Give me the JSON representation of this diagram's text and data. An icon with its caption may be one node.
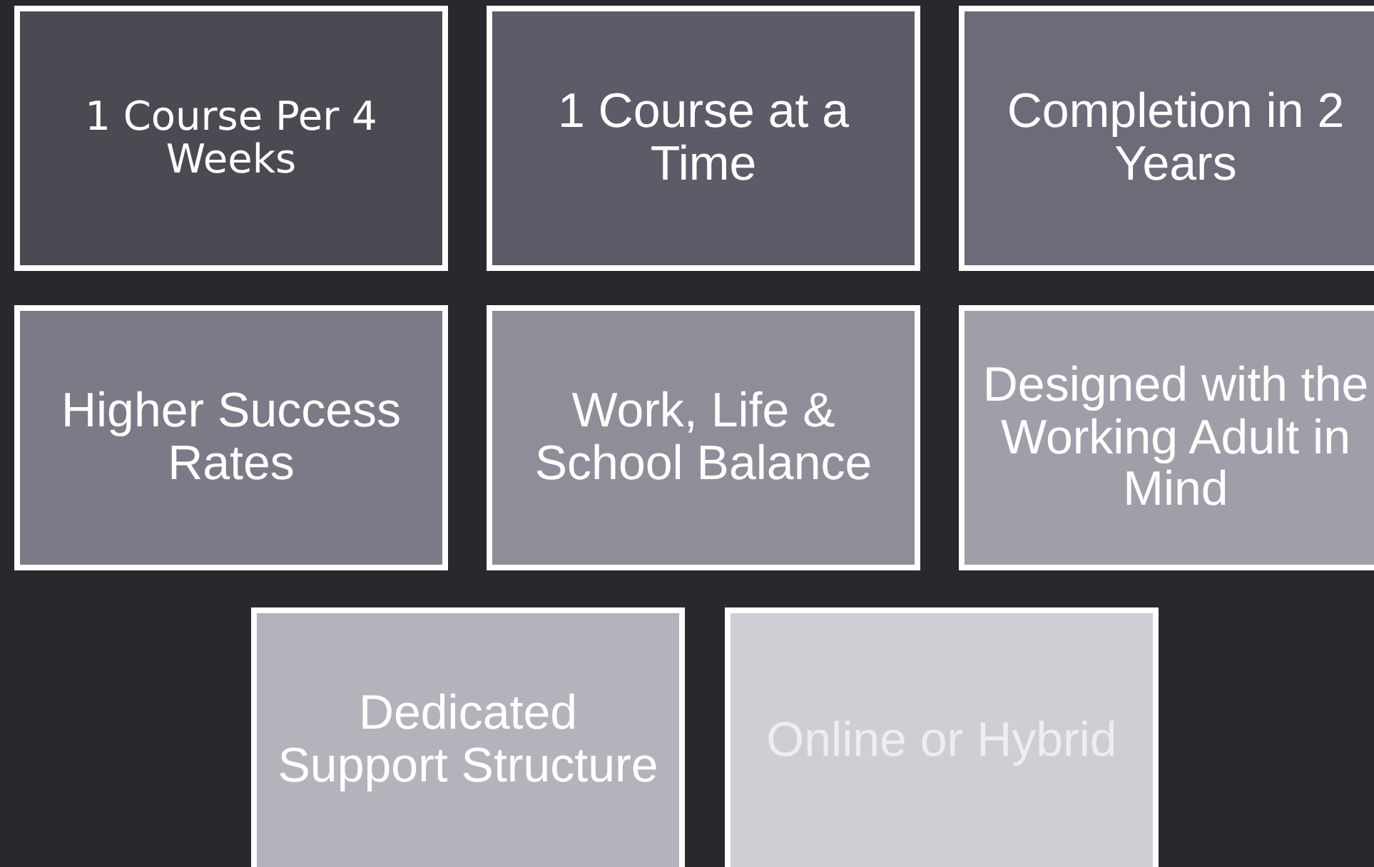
{
  "diagram": {
    "nodes": [
      {
        "text": [
          "1 Course Per 4 Weeks"
        ]
      },
      {
        "text": [
          "1 Course at a Time"
        ]
      },
      {
        "text": [
          "Completion in 2 Years"
        ]
      },
      {
        "text": [
          "Higher Success Rates"
        ]
      },
      {
        "text": [
          "Work, Life & School Balance"
        ]
      },
      {
        "text": [
          "Designed with the Working Adult in Mind"
        ]
      },
      {
        "text": [
          "Dedicated Support Structure"
        ]
      },
      {
        "text": [
          "Online or Hybrid"
        ]
      }
    ]
  }
}
